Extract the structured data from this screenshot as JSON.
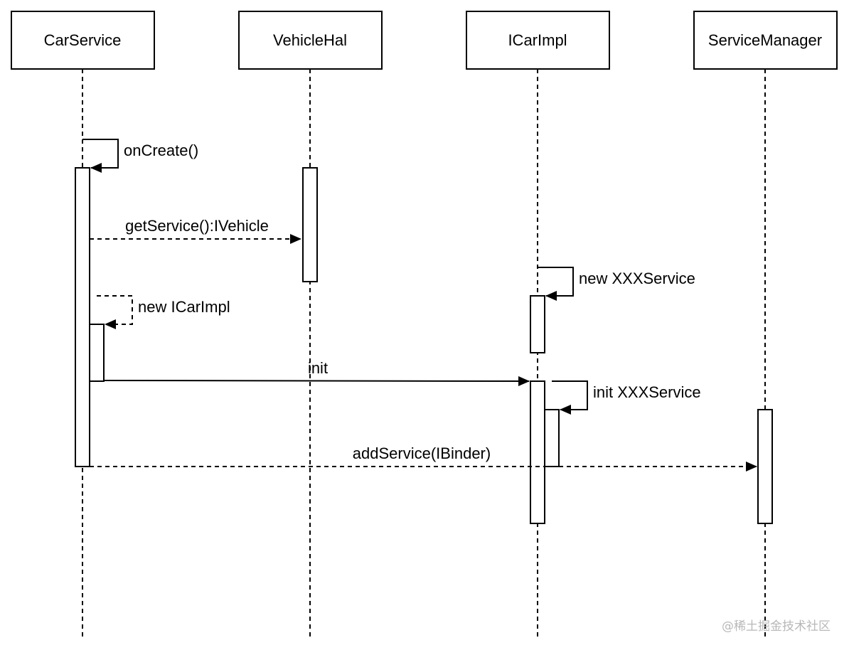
{
  "participants": [
    {
      "id": "carservice",
      "name": "CarService"
    },
    {
      "id": "vehiclehal",
      "name": "VehicleHal"
    },
    {
      "id": "icarimpl",
      "name": "ICarImpl"
    },
    {
      "id": "servicemanager",
      "name": "ServiceManager"
    }
  ],
  "messages": [
    {
      "id": "oncreate",
      "label": "onCreate()"
    },
    {
      "id": "getservice",
      "label": "getService():IVehicle"
    },
    {
      "id": "newxxxservice",
      "label": "new XXXService"
    },
    {
      "id": "newicarimpl",
      "label": "new ICarImpl"
    },
    {
      "id": "init",
      "label": "init"
    },
    {
      "id": "initxxxservice",
      "label": "init XXXService"
    },
    {
      "id": "addservice",
      "label": "addService(IBinder)"
    }
  ],
  "watermark": "@稀土掘金技术社区"
}
